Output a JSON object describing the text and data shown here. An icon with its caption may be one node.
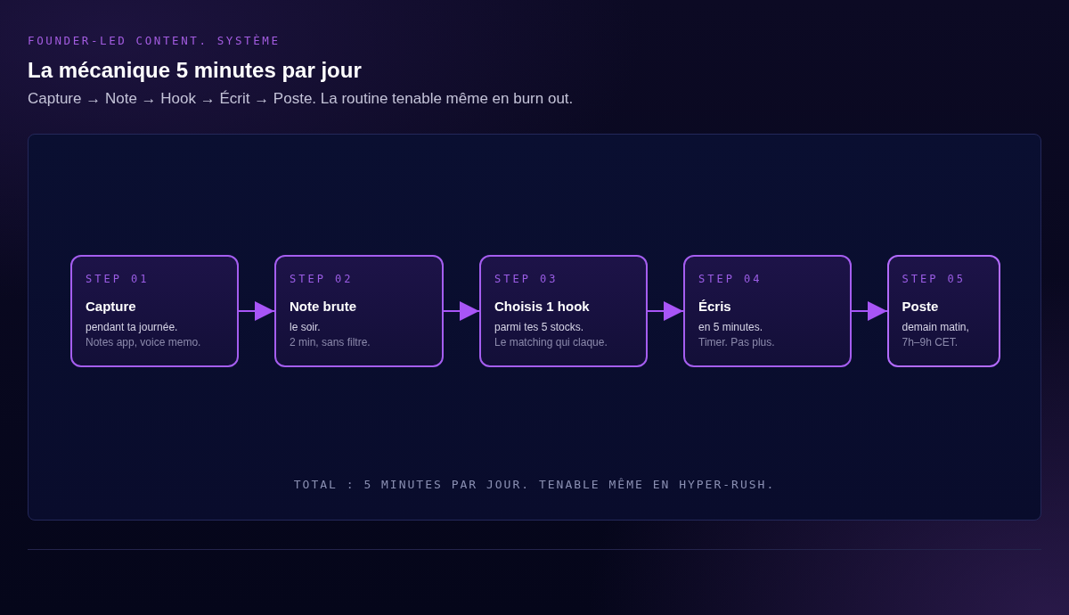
{
  "diagram": {
    "title": "La mécanique 5 minutes par jour",
    "nodes": [
      {
        "text": [
          "TOTAL : 5 MINUTES PAR JOUR. TENABLE MÊME EN HYPER-RUSH."
        ]
      },
      {
        "text": [
          "STEP 01",
          "Capture",
          "pendant ta journée.",
          "Notes app, voice memo."
        ],
        "in": 0
      },
      {
        "text": [
          "STEP 02",
          "Note brute",
          "le soir.",
          "2 min, sans filtre."
        ],
        "in": 0
      },
      {
        "text": [
          "STEP 03",
          "Choisis 1 hook",
          "parmi tes 5 stocks.",
          "Le matching qui claque."
        ],
        "in": 0
      },
      {
        "text": [
          "STEP 04",
          "Écris",
          "en 5 minutes.",
          "Timer. Pas plus."
        ],
        "in": 0
      },
      {
        "text": [
          "STEP 05",
          "Poste",
          "demain matin,",
          "7h–9h CET."
        ],
        "in": 0
      }
    ],
    "edges": [
      {
        "from": 1,
        "to": 2,
        "arrow": "to"
      },
      {
        "from": 2,
        "to": 3,
        "arrow": "to"
      },
      {
        "from": 3,
        "to": 4,
        "arrow": "to"
      },
      {
        "from": 4,
        "to": 5,
        "arrow": "to"
      }
    ],
    "labels": [
      "FOUNDER-LED CONTENT. SYSTÈME",
      "Capture → Note → Hook → Écrit → Poste. La routine tenable même en burn out."
    ]
  }
}
